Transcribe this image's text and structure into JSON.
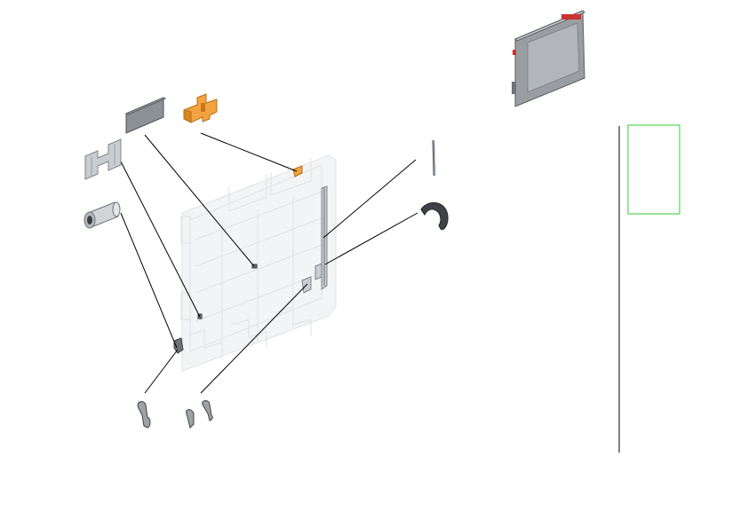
{
  "diagram": {
    "kind": "exploded-parts-view",
    "parts": [
      "tray-assembly",
      "pad",
      "latch",
      "bracket",
      "roller",
      "rod",
      "c-clip",
      "spring-clip-left",
      "spring-clip-right",
      "cassette-thumbnail"
    ]
  },
  "colors": {
    "leader": "#000000",
    "callout_border": "#33cc33",
    "orange_part": "#f2a341",
    "tray_outline": "#dfe2e6"
  }
}
